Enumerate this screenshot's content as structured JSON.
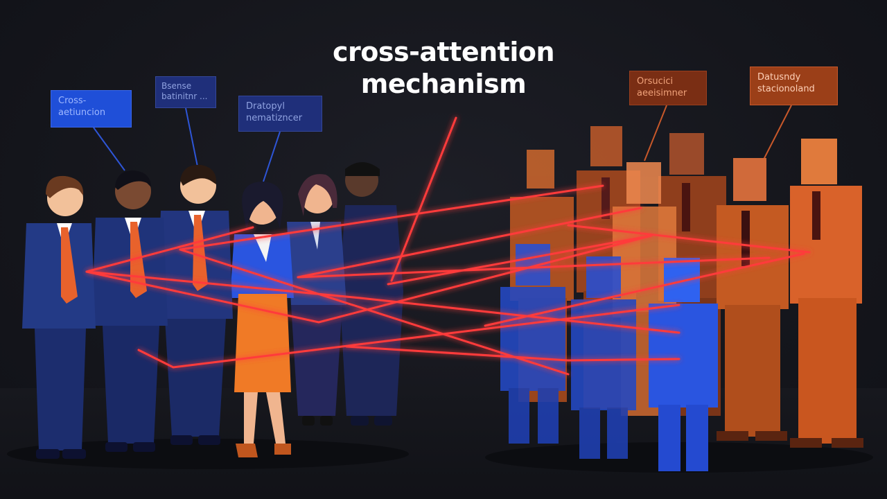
{
  "title": {
    "line1": "cross-attention",
    "line2": "mechanism"
  },
  "labels": [
    {
      "line1": "Cross-",
      "line2": "aetiuncion"
    },
    {
      "line1": "Bsense",
      "line2": "batinitnr ..."
    },
    {
      "line1": "Dratopyl",
      "line2": "nematizncer"
    },
    {
      "line1": "Orsucici",
      "line2": "aeeisimner"
    },
    {
      "line1": "Datusndy",
      "line2": "stacionoland"
    }
  ],
  "colors": {
    "background": "#15161c",
    "attention_line": "#ff3b3b",
    "suit_navy": "#1e3a8a",
    "suit_blue": "#2a55e0",
    "suit_orange": "#c45a22",
    "tie_orange": "#e8622c"
  }
}
